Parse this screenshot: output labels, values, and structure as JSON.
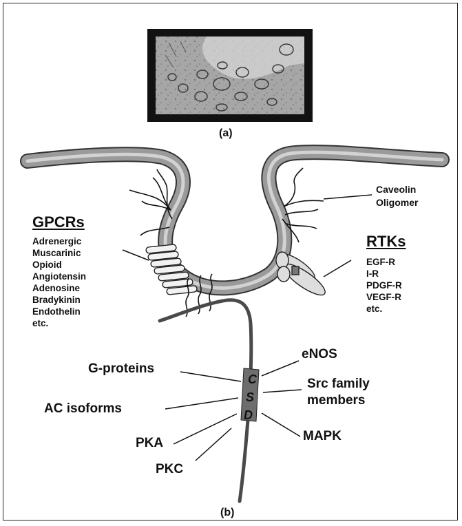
{
  "panel_a": {
    "label": "(a)",
    "image": "electron-micrograph-of-caveolae"
  },
  "panel_b": {
    "label": "(b)"
  },
  "caveolin": {
    "line1": "Caveolin",
    "line2": "Oligomer"
  },
  "gpcrs": {
    "heading": "GPCRs",
    "items": [
      "Adrenergic",
      "Muscarinic",
      "Opioid",
      "Angiotensin",
      "Adenosine",
      "Bradykinin",
      "Endothelin",
      "etc."
    ]
  },
  "rtks": {
    "heading": "RTKs",
    "items": [
      "EGF-R",
      "I-R",
      "PDGF-R",
      "VEGF-R",
      "etc."
    ]
  },
  "csd": {
    "c": "C",
    "s": "S",
    "d": "D"
  },
  "partners_left": {
    "g_proteins": "G-proteins",
    "ac_isoforms": "AC isoforms",
    "pka": "PKA",
    "pkc": "PKC"
  },
  "partners_right": {
    "enos": "eNOS",
    "src_line1": "Src family",
    "src_line2": "members",
    "mapk": "MAPK"
  },
  "colors": {
    "membrane": "#8f8f8f",
    "membrane_edge": "#3a3a3a",
    "csd_box": "#6e6e6e",
    "strand": "#4a4a4a"
  }
}
